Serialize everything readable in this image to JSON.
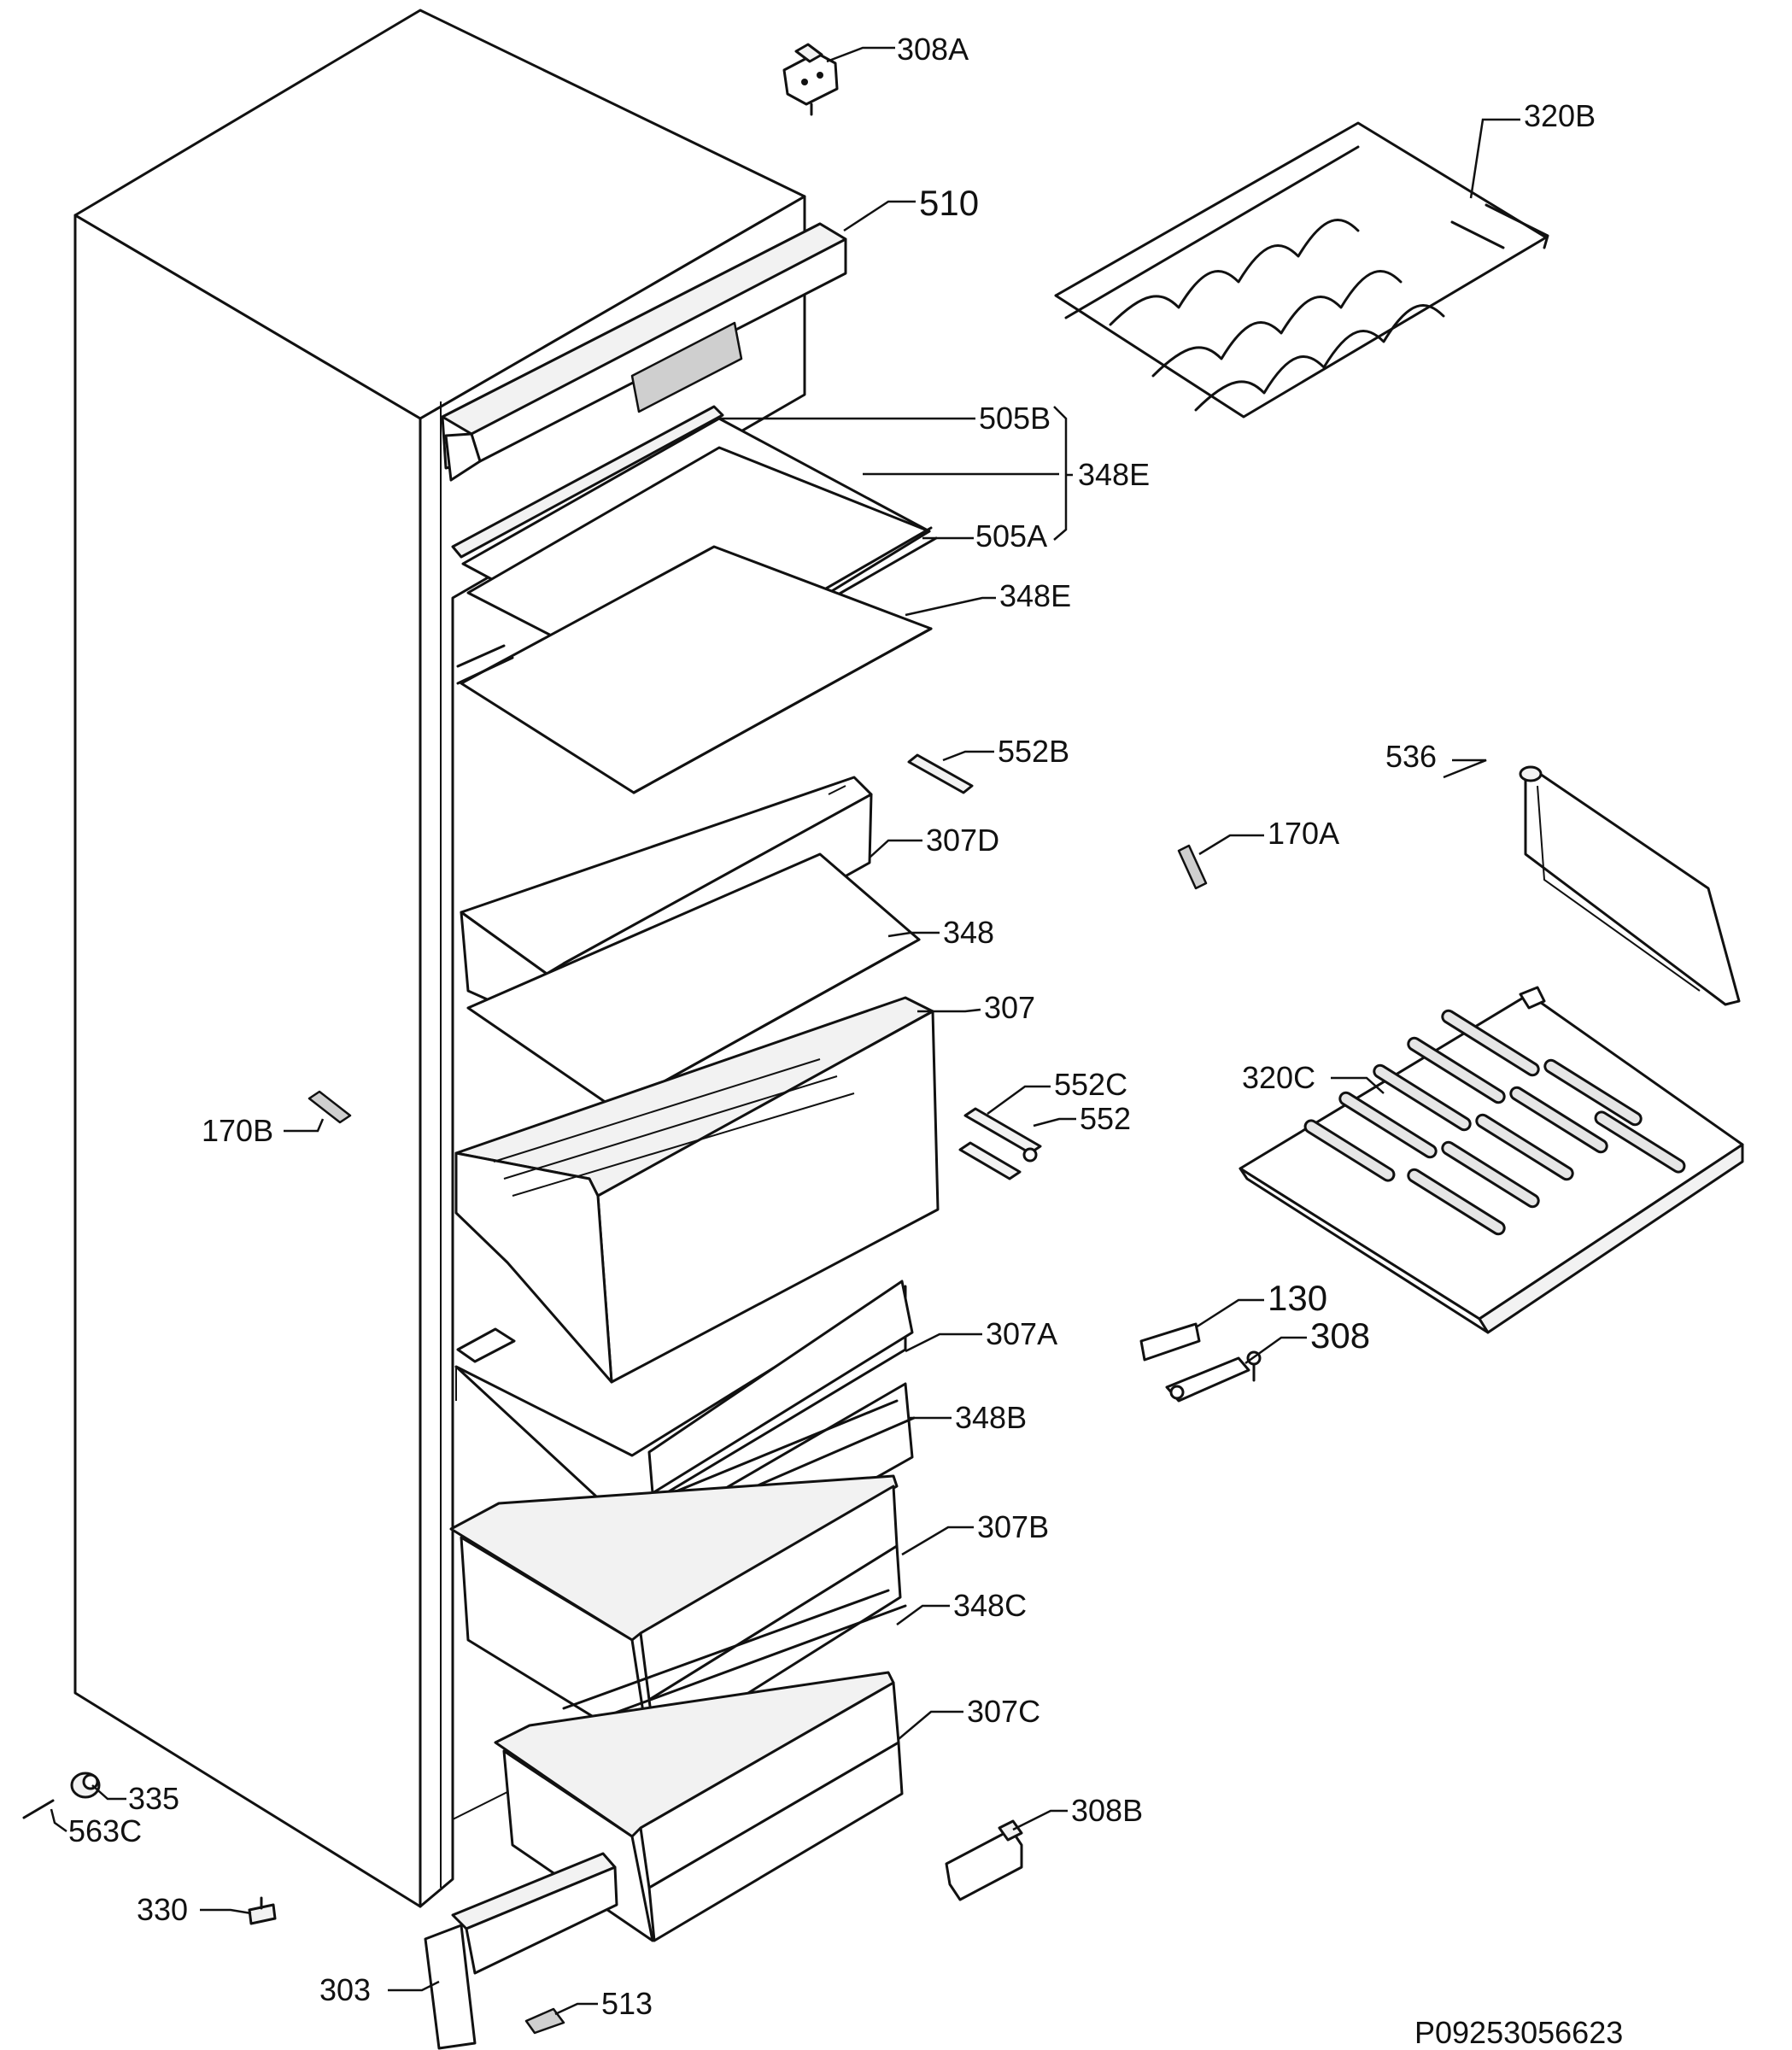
{
  "diagram": {
    "reference_code": "P09253056623",
    "labels": {
      "l308A": "308A",
      "l320B": "320B",
      "l510": "510",
      "l505B": "505B",
      "l348E_a": "348E",
      "l505A": "505A",
      "l348E_b": "348E",
      "l552B": "552B",
      "l536": "536",
      "l170A": "170A",
      "l307D": "307D",
      "l348": "348",
      "l307": "307",
      "l320C": "320C",
      "l552C": "552C",
      "l552": "552",
      "l170B": "170B",
      "l130": "130",
      "l308": "308",
      "l307A": "307A",
      "l348B": "348B",
      "l307B": "307B",
      "l348C": "348C",
      "l307C": "307C",
      "l308B": "308B",
      "l335": "335",
      "l563C": "563C",
      "l330": "330",
      "l303": "303",
      "l513": "513"
    }
  }
}
